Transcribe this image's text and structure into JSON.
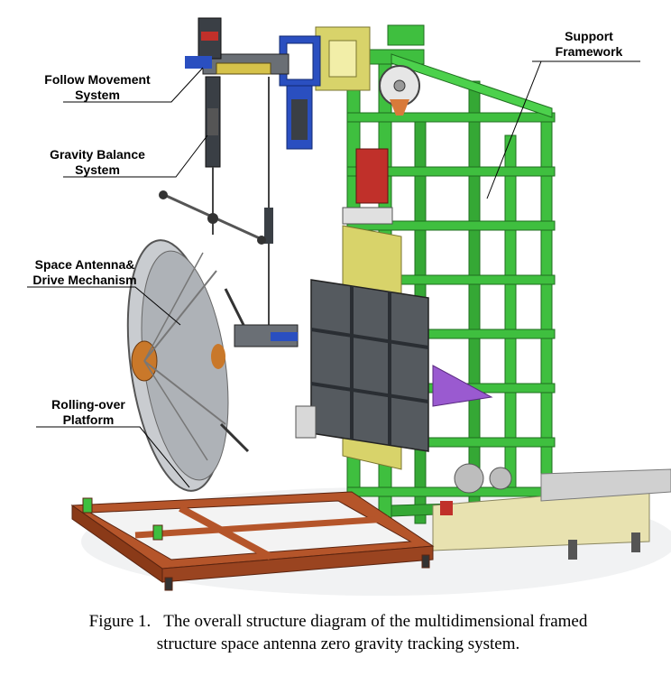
{
  "labels": {
    "follow_movement": [
      "Follow Movement",
      "System"
    ],
    "gravity_balance": [
      "Gravity Balance",
      "System"
    ],
    "space_antenna": [
      "Space Antenna&",
      "Drive Mechanism"
    ],
    "rolling_over": [
      "Rolling-over",
      "Platform"
    ],
    "support_framework": [
      "Support",
      "Framework"
    ]
  },
  "caption": {
    "number": "Figure 1.",
    "text_line1": "The overall structure diagram of the multidimensional framed",
    "text_line2": "structure space antenna zero gravity tracking system."
  },
  "colors": {
    "frame_green": "#3fbf3f",
    "frame_dark_green": "#2a8a2a",
    "platform_orange": "#b5552a",
    "panel_gray": "#555a5f",
    "dish_gray": "#c9ccd0",
    "yellow_parts": "#d8d36a",
    "blue_parts": "#2a4fc0",
    "red_parts": "#c0302a",
    "purple_plate": "#9a5ad0"
  }
}
